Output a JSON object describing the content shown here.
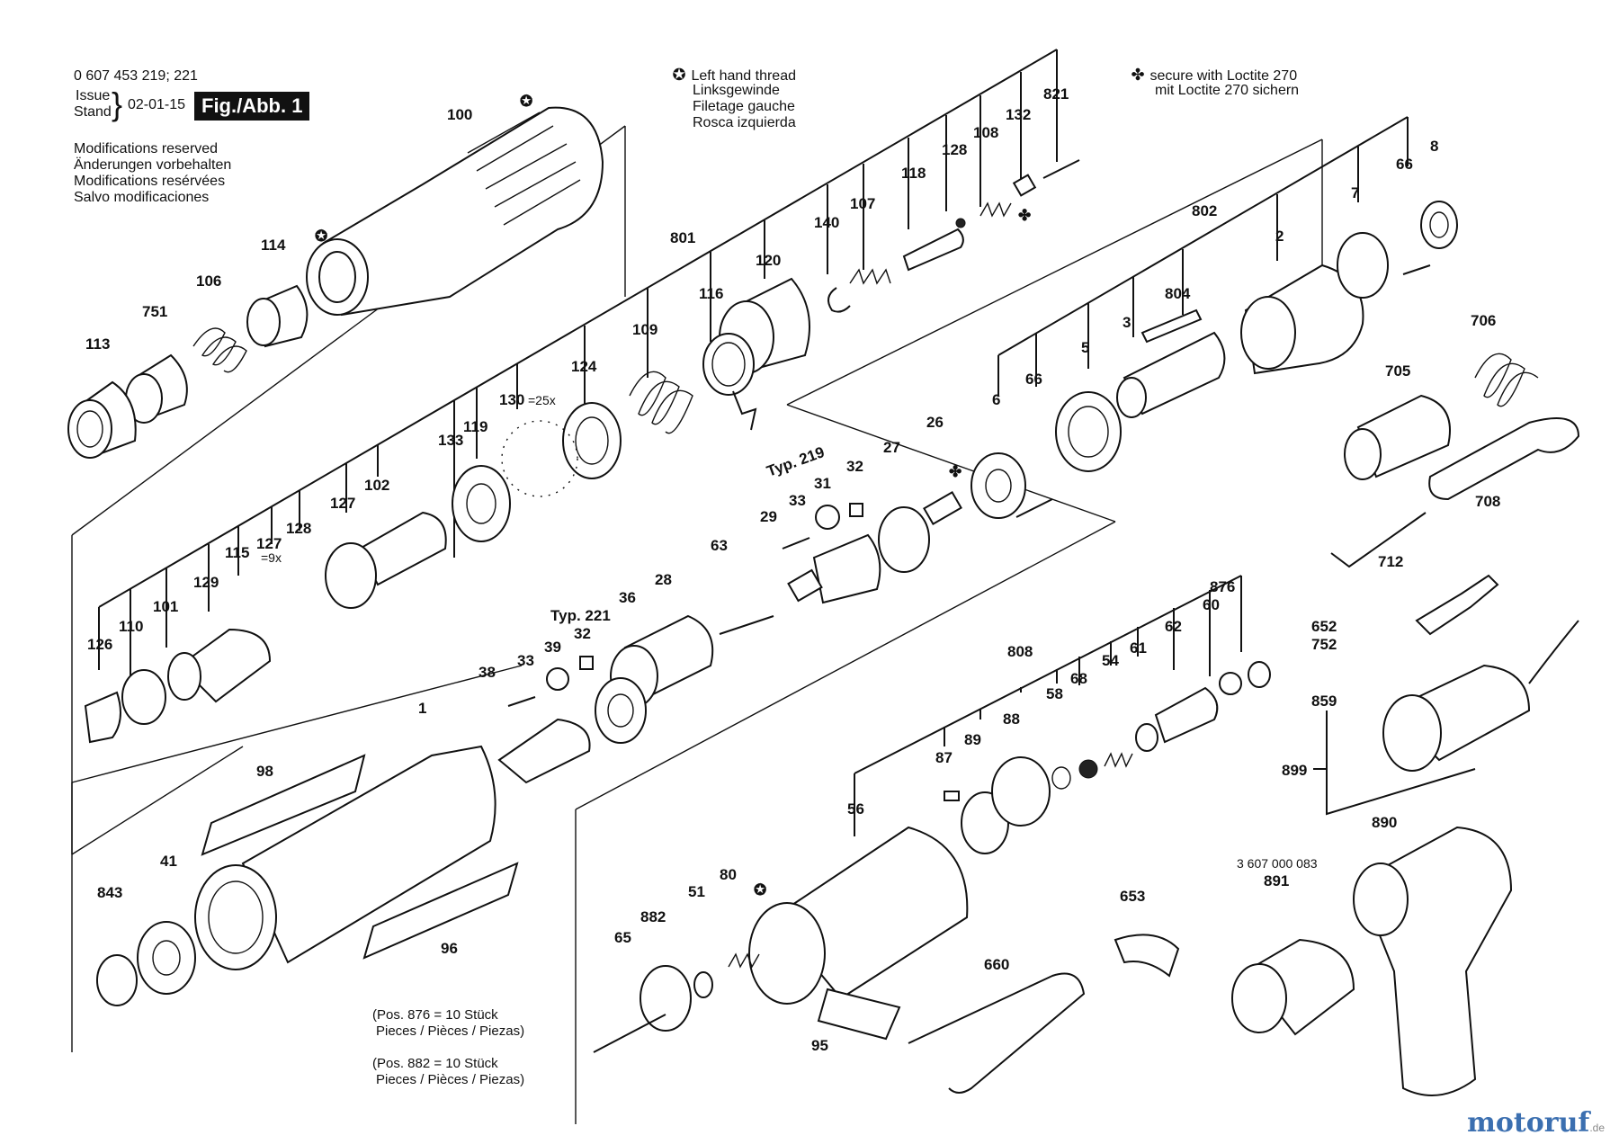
{
  "header": {
    "part_number": "0 607 453 219; 221",
    "issue_label_1": "Issue",
    "issue_label_2": "Stand",
    "issue_date": "02-01-15",
    "figure_label": "Fig./Abb. 1",
    "modifications": [
      "Modifications reserved",
      "Änderungen vorbehalten",
      "Modifications resérvées",
      "Salvo modificaciones"
    ]
  },
  "legend": {
    "left_hand_symbol": "✪",
    "left_hand": [
      "Left hand thread",
      "Linksgewinde",
      "Filetage gauche",
      "Rosca izquierda"
    ],
    "loctite_symbol": "✤",
    "loctite": [
      "secure with Loctite 270",
      "mit Loctite 270 sichern"
    ]
  },
  "labels": {
    "p100": "100",
    "p114": "114",
    "p106": "106",
    "p751": "751",
    "p113": "113",
    "p801": "801",
    "p821": "821",
    "p132": "132",
    "p108": "108",
    "p128a": "128",
    "p118": "118",
    "p107": "107",
    "p140": "140",
    "p120": "120",
    "p116": "116",
    "p109": "109",
    "p124": "124",
    "p130": "130",
    "p130q": "=25x",
    "p119": "119",
    "p133": "133",
    "p102": "102",
    "p127a": "127",
    "p128b": "128",
    "p127b": "127",
    "p127q": "=9x",
    "p115": "115",
    "p129": "129",
    "p101": "101",
    "p110": "110",
    "p126": "126",
    "p802": "802",
    "p2": "2",
    "p7": "7",
    "p66a": "66",
    "p8": "8",
    "p804": "804",
    "p3": "3",
    "p5": "5",
    "p66b": "66",
    "p6": "6",
    "p706": "706",
    "p705": "705",
    "p708": "708",
    "p712": "712",
    "typ219": "Typ. 219",
    "p33a": "33",
    "p31": "31",
    "p32a": "32",
    "p27": "27",
    "p26": "26",
    "p29": "29",
    "p63": "63",
    "p28": "28",
    "typ221": "Typ. 221",
    "p32b": "32",
    "p36": "36",
    "p39": "39",
    "p33b": "33",
    "p38": "38",
    "p1": "1",
    "p98": "98",
    "p41": "41",
    "p843": "843",
    "p96": "96",
    "p808": "808",
    "p876": "876",
    "p60": "60",
    "p62": "62",
    "p61": "61",
    "p54": "54",
    "p68": "68",
    "p58": "58",
    "p88": "88",
    "p89": "89",
    "p87": "87",
    "p56": "56",
    "p80": "80",
    "p51": "51",
    "p882": "882",
    "p65": "65",
    "p95": "95",
    "p660": "660",
    "p653": "653",
    "p652": "652",
    "p752": "752",
    "p859": "859",
    "p899": "899",
    "p890": "890",
    "p891": "891",
    "pn891": "3 607 000 083"
  },
  "notes": {
    "n876_a": "(Pos. 876 = 10 Stück",
    "n876_b": "Pieces / Pièces / Piezas)",
    "n882_a": "(Pos. 882 = 10 Stück",
    "n882_b": "Pieces / Pièces / Piezas)"
  },
  "watermark": {
    "brand": "motoruf",
    "tld": ".de",
    "color": "#3b6fb0"
  }
}
